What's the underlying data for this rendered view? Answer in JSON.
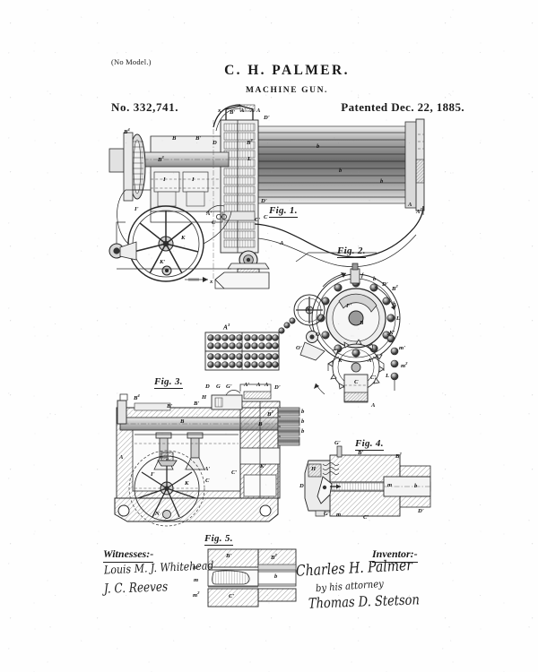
{
  "sheet": {
    "no_model": "(No Model.)",
    "inventor_name": "C. H. PALMER.",
    "title": "MACHINE GUN.",
    "patent_number": "No. 332,741.",
    "patent_date": "Patented Dec. 22, 1885.",
    "background_color": "#fefefe",
    "ink_color": "#2a2a2a"
  },
  "figures": [
    {
      "id": "fig1",
      "label": "Fig. 1.",
      "caption": "Side elevation of the machine gun showing barrel cluster, breech mechanism, crank flywheel and trunnion mount"
    },
    {
      "id": "fig2",
      "label": "Fig. 2.",
      "caption": "End view of the rotating breech ring, cartridge carrier wheel and feed chain"
    },
    {
      "id": "fig3",
      "label": "Fig. 3.",
      "caption": "Longitudinal sectional view through the frame, shaft and gearing"
    },
    {
      "id": "fig4",
      "label": "Fig. 4.",
      "caption": "Enlarged section of the breech block, firing pin and barrel"
    },
    {
      "id": "fig5",
      "label": "Fig. 5.",
      "caption": "Enlarged detail section of the cartridge chamber and extractor"
    }
  ],
  "reference_letters": {
    "fig1": [
      "x",
      "B'",
      "A'",
      "A",
      "A",
      "D'",
      "B4",
      "B",
      "B'",
      "D",
      "B3",
      "B2",
      "b",
      "b",
      "b",
      "L",
      "D'",
      "A2",
      "A",
      "I",
      "I",
      "I'",
      "K",
      "K'",
      "A'",
      "C",
      "C'",
      "C",
      "x",
      "A"
    ],
    "fig2": [
      "f",
      "b",
      "D'",
      "B2",
      "F'",
      "B",
      "b",
      "L",
      "N",
      "O",
      "O'",
      "K'",
      "K",
      "A'",
      "C",
      "C'",
      "L",
      "m'",
      "m2",
      "A"
    ],
    "fig3": [
      "B4",
      "B'",
      "B'",
      "D",
      "G",
      "G'",
      "A'",
      "A",
      "A",
      "D'",
      "H",
      "B",
      "B2",
      "b",
      "b",
      "b",
      "B",
      "A",
      "A'",
      "C",
      "C'",
      "K",
      "K'",
      "N",
      "I'"
    ],
    "fig4": [
      "G'",
      "B'",
      "B2",
      "H",
      "D",
      "G'",
      "m",
      "C'",
      "b",
      "m",
      "D'"
    ],
    "fig5": [
      "m'",
      "m",
      "m2",
      "B'",
      "B2",
      "C'",
      "b"
    ],
    "magazine": [
      "A3"
    ]
  },
  "signatures": {
    "witnesses_label": "Witnesses:-",
    "witness_1": "Louis M. J. Whitehead",
    "witness_2": "J. C. Reeves",
    "inventor_label": "Inventor:-",
    "inventor_signature": "Charles H. Palmer",
    "attorney_line": "by his attorney",
    "attorney_signature": "Thomas D. Stetson"
  }
}
